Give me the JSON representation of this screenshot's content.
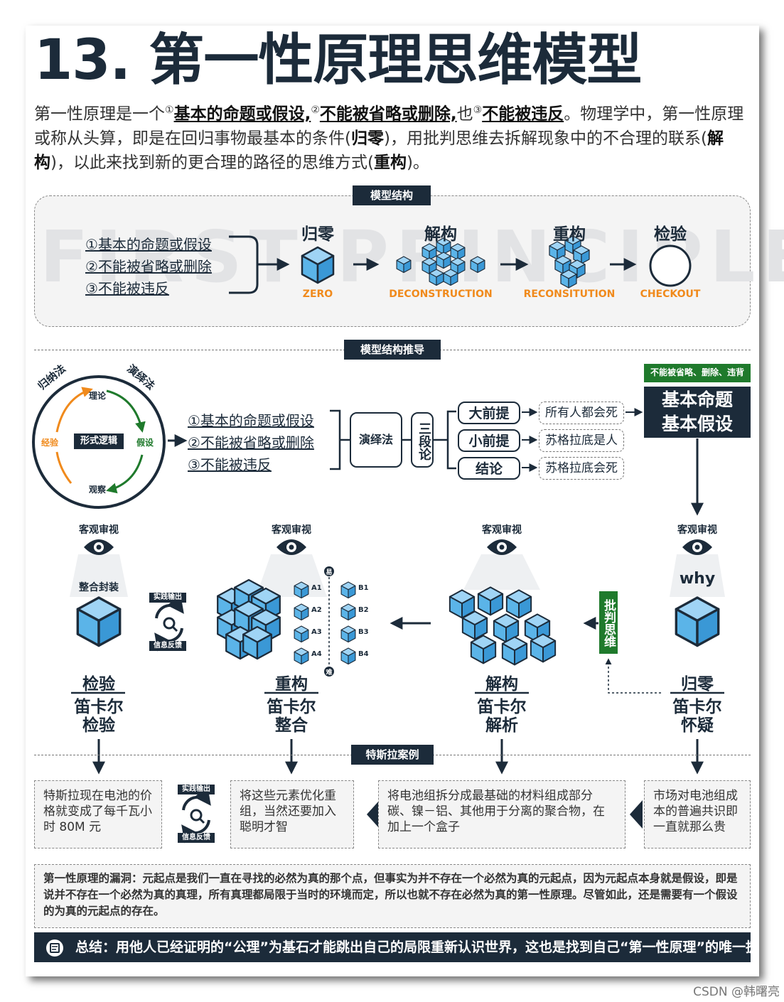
{
  "title": "13. 第一性原理思维模型",
  "intro": {
    "p1": "第一性原理是一个",
    "n1": "①",
    "k1": "基本的命题或假设,",
    "n2": "②",
    "k2": "不能被省略或删除,",
    "p2": "也",
    "n3": "③",
    "k3": "不能被违反",
    "p3": "。物理学中，第一性原理或称从头算，即是在回归事物最基本的条件(",
    "b1": "归零",
    "p4": ")，用批判思维去拆解现象中的不合理的联系(",
    "b2": "解构",
    "p5": ")，以此来找到新的更合理的路径的思维方式(",
    "b3": "重构",
    "p6": ")。"
  },
  "section1": {
    "tag": "模型结构",
    "ghost": "FIRST PRINCIPLE",
    "items": [
      "①基本的命题或假设",
      "②不能被省略或删除",
      "③不能被违反"
    ],
    "steps": [
      {
        "name": "归零",
        "en": "ZERO"
      },
      {
        "name": "解构",
        "en": "DECONSTRUCTION"
      },
      {
        "name": "重构",
        "en": "RECONSITUTION"
      },
      {
        "name": "检验",
        "en": "CHECKOUT"
      }
    ]
  },
  "section2": {
    "tag": "模型结构推导",
    "circle": {
      "induct": "归纳法",
      "deduct": "演绎法",
      "top": "理论",
      "left": "经验",
      "right": "假设",
      "bottom": "观察",
      "center": "形式逻辑"
    },
    "items": [
      "①基本的命题或假设",
      "②不能被省略或删除",
      "③不能被违反"
    ],
    "method": "演绎法",
    "syllogism": "三段论",
    "premises": [
      {
        "label": "大前提",
        "example": "所有人都会死"
      },
      {
        "label": "小前提",
        "example": "苏格拉底是人"
      },
      {
        "label": "结论",
        "example": "苏格拉底会死"
      }
    ],
    "green_tag": "不能被省略、删除、违背",
    "basic": [
      "基本命题",
      "基本假设"
    ],
    "observe": "客观审视",
    "why": "why",
    "pack": "整合封装",
    "practice": "实践输出",
    "feedback": "信息反馈",
    "critical": "批判思维",
    "easy": "易",
    "hard": "难",
    "a_labels": [
      "A1",
      "A2",
      "A3",
      "A4"
    ],
    "b_labels": [
      "B1",
      "B2",
      "B3",
      "B4"
    ],
    "stages": [
      {
        "name": "检验",
        "sub1": "笛卡尔",
        "sub2": "检验"
      },
      {
        "name": "重构",
        "sub1": "笛卡尔",
        "sub2": "整合"
      },
      {
        "name": "解构",
        "sub1": "笛卡尔",
        "sub2": "解析"
      },
      {
        "name": "归零",
        "sub1": "笛卡尔",
        "sub2": "怀疑"
      }
    ]
  },
  "section3": {
    "tag": "特斯拉案例",
    "cases": [
      "特斯拉现在电池的价格就变成了每千瓦小时 80M 元",
      "将这些元素优化重组，当然还要加入聪明才智",
      "将电池组拆分成最基础的材料组成部分碳、镍－铝、其他用于分离的聚合物，在加上一个盒子",
      "市场对电池组成本的普遍共识即一直就那么贵"
    ],
    "practice": "实践输出",
    "feedback": "信息反馈"
  },
  "note": "第一性原理的漏洞：元起点是我们一直在寻找的必然为真的那个点，但事实为并不存在一个必然为真的元起点，因为元起点本身就是假设，即是说并不存在一个必然为真的真理，所有真理都局限于当时的环境而定，所以也就不存在必然为真的第一性原理。尽管如此，还是需要有一个假设的为真的元起点的存在。",
  "summary": "总结：用他人已经证明的“公理”为基石才能跳出自己的局限重新认识世界，这也是找到自己“第一性原理”的唯一捷径。",
  "watermark": "CSDN @韩曙亮",
  "colors": {
    "navy": "#1c2b3a",
    "orange": "#f08a1c",
    "green": "#1f7a2c",
    "cube": "#5bb4e8"
  }
}
